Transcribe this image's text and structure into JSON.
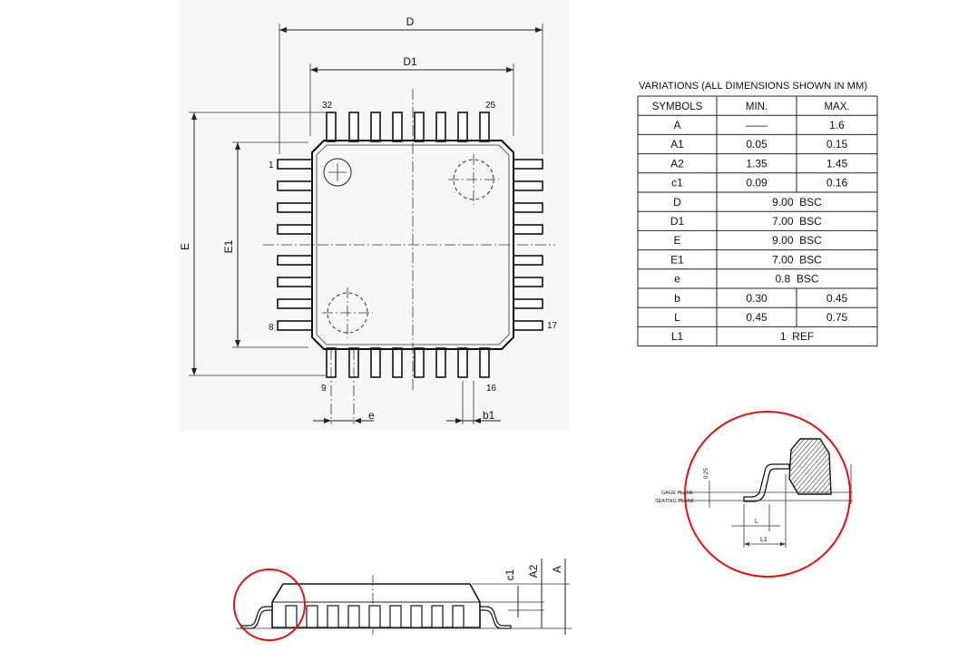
{
  "top_view": {
    "dim_D": "D",
    "dim_D1": "D1",
    "dim_E": "E",
    "dim_E1": "E1",
    "dim_e": "e",
    "dim_b1": "b1",
    "pin_labels": {
      "p1": "1",
      "p8": "8",
      "p9": "9",
      "p16": "16",
      "p17": "17",
      "p25": "25",
      "p32": "32"
    }
  },
  "variations_table": {
    "title": "VARIATIONS (ALL DIMENSIONS SHOWN IN MM)",
    "headers": [
      "SYMBOLS",
      "MIN.",
      "MAX."
    ],
    "rows": [
      {
        "symbol": "A",
        "min": "——",
        "max": "1.6"
      },
      {
        "symbol": "A1",
        "min": "0.05",
        "max": "0.15"
      },
      {
        "symbol": "A2",
        "min": "1.35",
        "max": "1.45"
      },
      {
        "symbol": "c1",
        "min": "0.09",
        "max": "0.16"
      },
      {
        "symbol": "D",
        "span": "9.00  BSC"
      },
      {
        "symbol": "D1",
        "span": "7.00  BSC"
      },
      {
        "symbol": "E",
        "span": "9.00  BSC"
      },
      {
        "symbol": "E1",
        "span": "7.00  BSC"
      },
      {
        "symbol": "e",
        "span": "0.8  BSC"
      },
      {
        "symbol": "b",
        "min": "0.30",
        "max": "0.45"
      },
      {
        "symbol": "L",
        "min": "0.45",
        "max": "0.75"
      },
      {
        "symbol": "L1",
        "span": "1  REF"
      }
    ]
  },
  "detail_view": {
    "gage_plane": "GAGE PLANE",
    "seating_plane": "SEATING PLANE",
    "gage_value": "0.25",
    "dim_L": "L",
    "dim_L1": "L1"
  },
  "side_view": {
    "dim_c1": "c1",
    "dim_A2": "A2",
    "dim_A": "A"
  }
}
